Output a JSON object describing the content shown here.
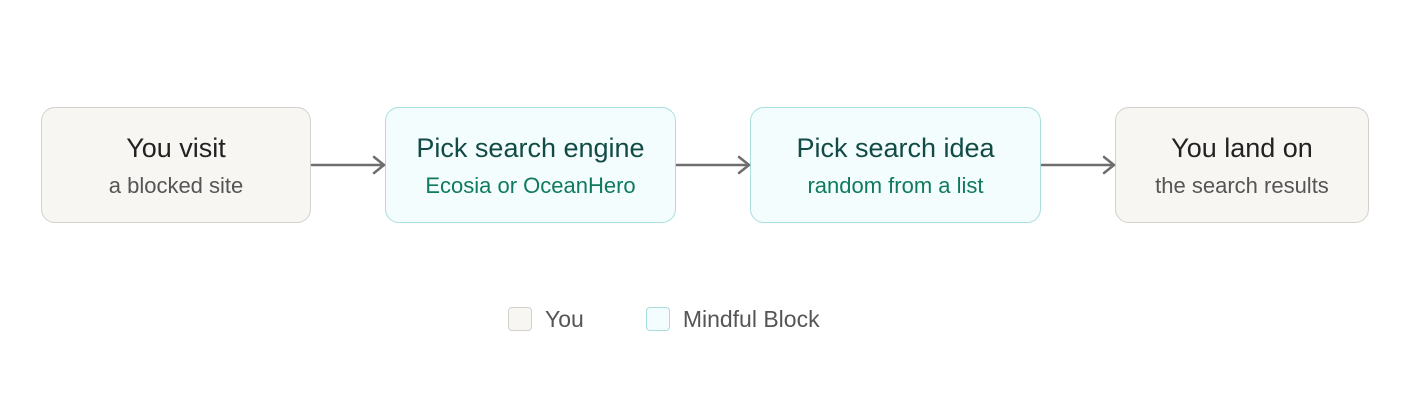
{
  "colors": {
    "you_fill": "#f7f6f2",
    "you_border": "#d3d1c9",
    "mindful_fill": "#f3fdfd",
    "mindful_border": "#a9dede",
    "mindful_title": "#124b46",
    "mindful_sub": "#0f7a5f",
    "arrow": "#6e6e6e"
  },
  "flow": {
    "steps": [
      {
        "title": "You visit",
        "sub": "a blocked site",
        "actor": "you"
      },
      {
        "title": "Pick search engine",
        "sub": "Ecosia or OceanHero",
        "actor": "mindful"
      },
      {
        "title": "Pick search idea",
        "sub": "random from a list",
        "actor": "mindful"
      },
      {
        "title": "You land on",
        "sub": "the search results",
        "actor": "you"
      }
    ]
  },
  "legend": {
    "you_label": "You",
    "mindful_label": "Mindful Block"
  }
}
